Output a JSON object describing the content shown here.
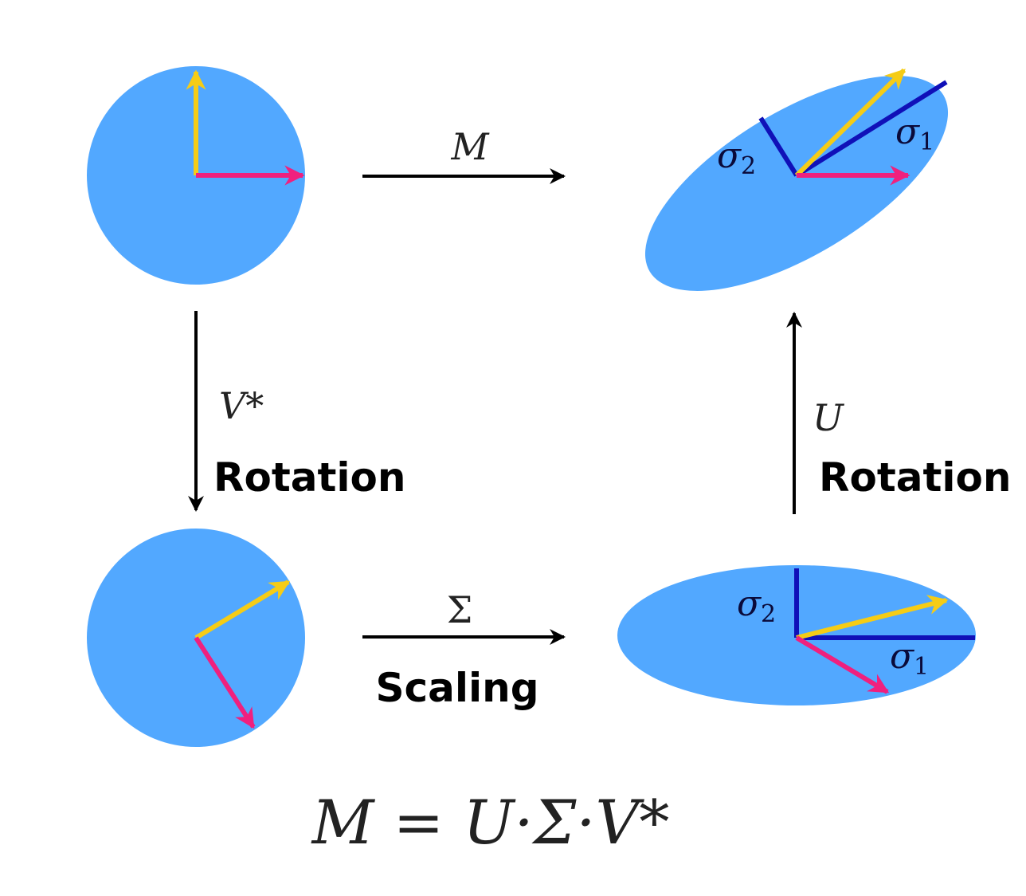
{
  "colors": {
    "shape_fill": "#52A8FF",
    "yellow": "#F5CC16",
    "pink": "#F0207E",
    "axis_blue": "#1010B8",
    "arrow": "#000000"
  },
  "labels": {
    "m_top": "M",
    "v_star": "V*",
    "rotation_left": "Rotation",
    "sigma_mid": "Σ",
    "scaling": "Scaling",
    "u_right": "U",
    "rotation_right": "Rotation",
    "sigma1": "σ",
    "sigma2": "σ",
    "sub1": "1",
    "sub2": "2",
    "equation": "M = U·Σ·V*"
  }
}
